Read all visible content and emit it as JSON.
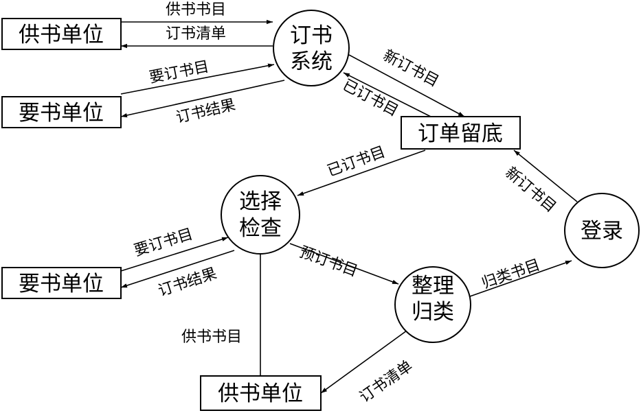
{
  "nodes": {
    "supplier_top": "供书单位",
    "requester_top": "要书单位",
    "order_system": [
      "订书",
      "系统"
    ],
    "order_archive": "订单留底",
    "select_check": [
      "选择",
      "检查"
    ],
    "register": "登录",
    "requester_bottom": "要书单位",
    "sort_classify": [
      "整理",
      "归类"
    ],
    "supplier_bottom": "供书单位"
  },
  "edges": {
    "supply_list_top": "供书书目",
    "order_list_top": "订书清单",
    "request_list_top": "要订书目",
    "order_result_top": "订书结果",
    "new_order_list": "新订书目",
    "ordered_list_1": "已订书目",
    "ordered_list_2": "已订书目",
    "new_order_list_2": "新订书目",
    "request_list_bottom": "要订书目",
    "order_result_bottom": "订书结果",
    "preorder_list": "预订书目",
    "classified_list": "归类书目",
    "supply_list_bottom": "供书书目",
    "order_list_bottom": "订书清单"
  }
}
